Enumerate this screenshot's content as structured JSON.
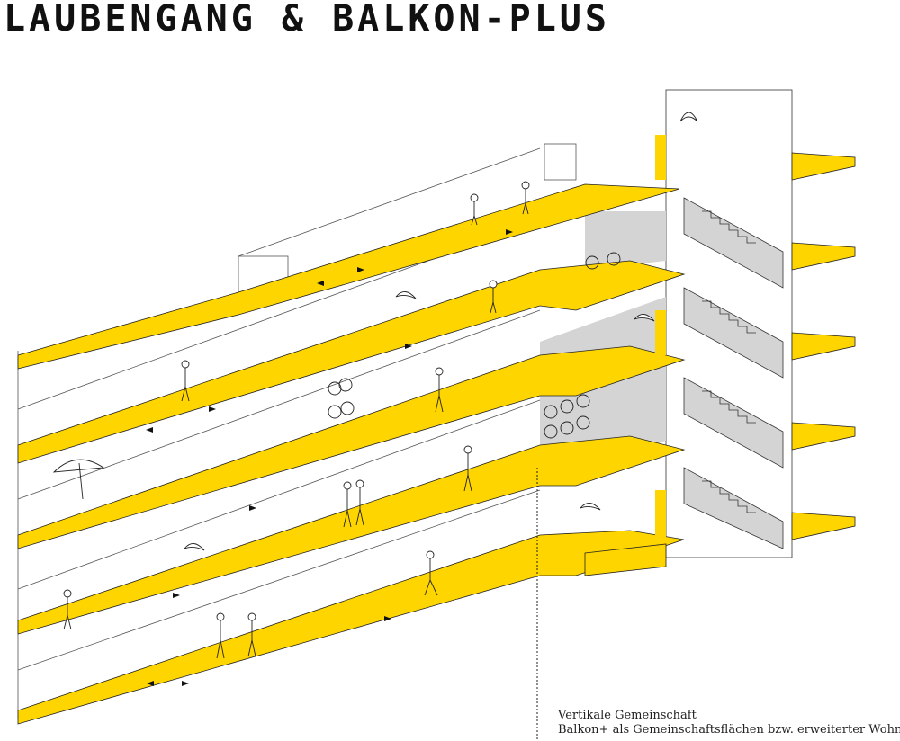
{
  "title": "LAUBENGANG & BALKON-PLUS",
  "caption": {
    "line1": "Vertikale Gemeinschaft",
    "line2": "Balkon+ als Gemeinschaftsflächen bzw. erweiterter Wohnraum"
  },
  "colors": {
    "accent": "#FFD500",
    "line": "#222222",
    "shadow": "#d4d4d4"
  },
  "drawing": {
    "type": "isometric architectural section",
    "elements": [
      "access-gallery",
      "balcony-plus",
      "stair-core",
      "residents"
    ]
  }
}
